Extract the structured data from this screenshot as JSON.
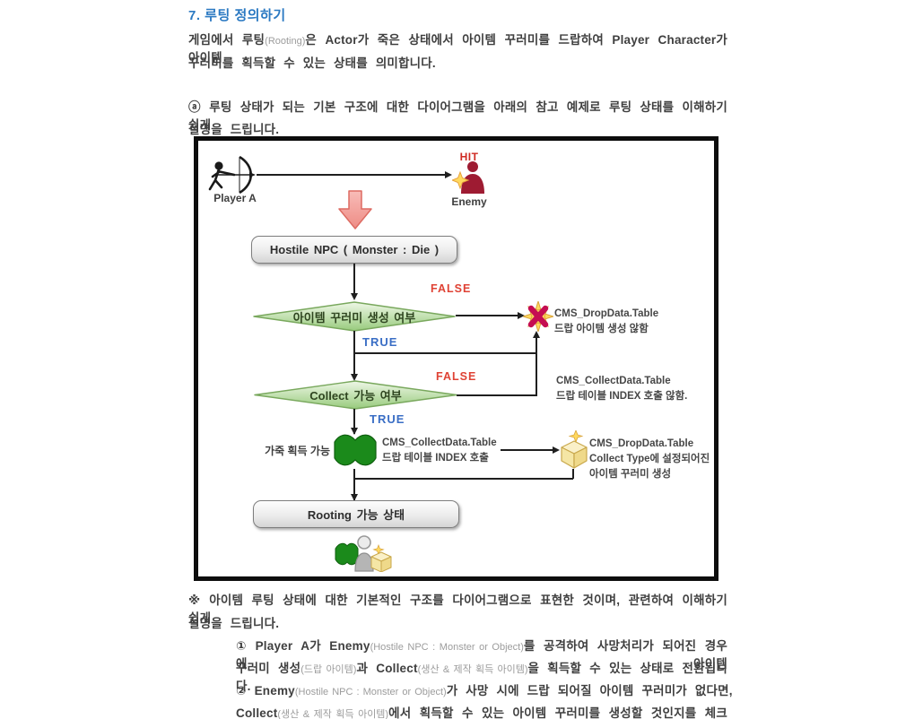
{
  "doc": {
    "heading": "7. 루팅 정의하기",
    "p1": {
      "l1a": "게임에서 루팅",
      "l1sub": "(Rooting)",
      "l1b": "은 Actor가 죽은 상태에서 아이템 꾸러미를 드랍하여 Player Character가 아이템",
      "l2": "꾸러미를 획득할 수 있는 상태를 의미합니다."
    },
    "pa": {
      "l1": "ⓐ 루팅 상태가 되는 기본 구조에 대한 다이어그램을 아래의 참고 예제로 루팅 상태를 이해하기 쉽게",
      "l2": "설명을 드립니다."
    },
    "note": {
      "l1": "※ 아이템 루팅 상태에 대한 기본적인 구조를 다이어그램으로 표현한 것이며, 관련하여 이해하기 쉽게",
      "l2": "설명을 드립니다."
    },
    "item1": {
      "l1a": "① Player A가 Enemy",
      "l1sub": "(Hostile NPC : Monster or Object)",
      "l1b": "를 공격하여 사망처리가 되어진 경우에 아이템",
      "l2a": "꾸러미 생성",
      "l2sub1": "(드랍 아이템)",
      "l2b": "과 Collect",
      "l2sub2": "(생산 & 제작 획득 아이템)",
      "l2c": "을 획득할 수 있는 상태로 전환됩니다."
    },
    "item2": {
      "l1a": "② Enemy",
      "l1sub": "(Hostile NPC : Monster or Object)",
      "l1b": "가 사망 시에 드랍 되어질 아이템 꾸러미가 없다면,",
      "l2a": "Collect",
      "l2sub": "(생산 & 제작 획득 아이템)",
      "l2b": "에서 획득할 수 있는 아이템 꾸러미를 생성할 것인지를 체크하고,"
    }
  },
  "diagram": {
    "player_label": "Player A",
    "hit_label": "HIT",
    "enemy_label": "Enemy",
    "box_hostile": "Hostile NPC ( Monster : Die )",
    "false1": "FALSE",
    "true1": "TRUE",
    "diamond1": "아이템 꾸러미 생성 여부",
    "xnote": {
      "l1": "CMS_DropData.Table",
      "l2": "드랍 아이템 생성 않함"
    },
    "false2": "FALSE",
    "true2": "TRUE",
    "diamond2": "Collect 가능 여부",
    "collectnote": {
      "l1": "CMS_CollectData.Table",
      "l2": "드랍 테이블 INDEX 호출 않함."
    },
    "flag_label": "가죽 획득 가능",
    "flagnote": {
      "l1": "CMS_CollectData.Table",
      "l2": "드랍 테이블 INDEX 호출"
    },
    "boxnote": {
      "l1": "CMS_DropData.Table",
      "l2": "Collect Type에 설정되어진",
      "l3": "아이템 꾸러미 생성"
    },
    "box_rooting": "Rooting 가능 상태"
  },
  "colors": {
    "heading_blue": "#2B79C2",
    "body_text": "#3F3F3F",
    "false_red": "#DF4234",
    "true_blue": "#3A6EC5",
    "hit_red": "#CF2A22",
    "diamond_green": "#A9D18E",
    "flag_green": "#1B8A1B",
    "enemy_maroon": "#9E1B32",
    "arrow_pink": "#F2A09C",
    "package_yellow": "#F5E6A5",
    "x_crimson": "#C50D52"
  }
}
